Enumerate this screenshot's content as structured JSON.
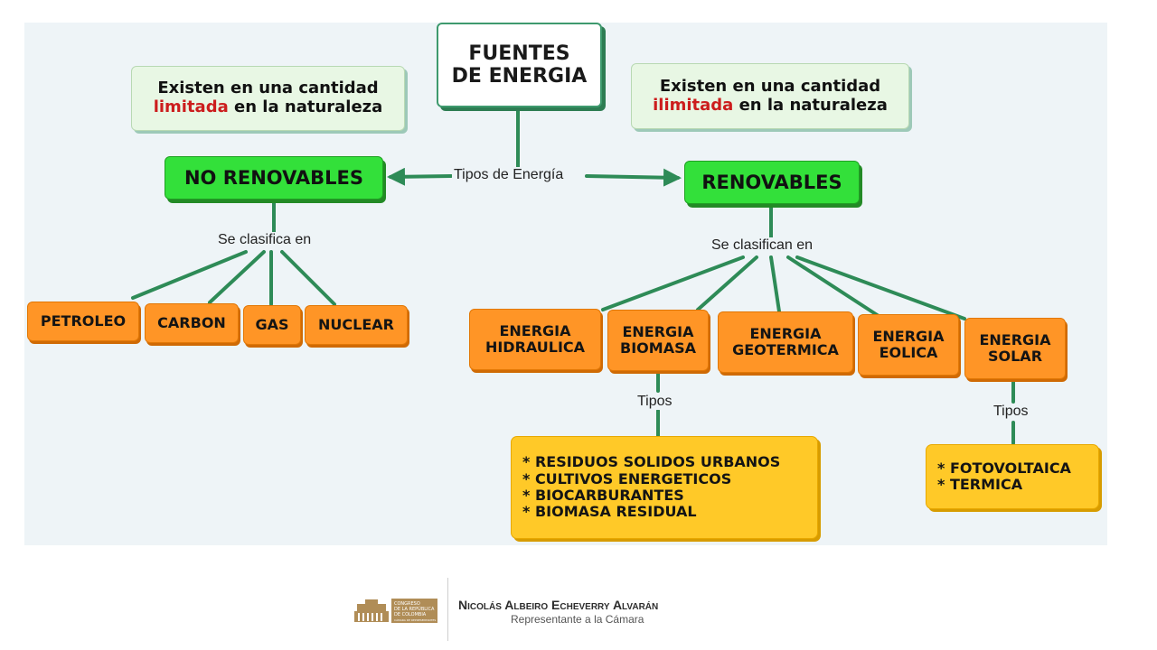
{
  "diagram": {
    "title": [
      "FUENTES",
      "DE ENERGIA"
    ],
    "edge_label": "Tipos de Energía",
    "note_left": {
      "line1": "Existen en una cantidad",
      "highlight": "limitada",
      "rest": " en la naturaleza"
    },
    "note_right": {
      "line1": "Existen en una cantidad",
      "highlight": "ilimitada",
      "rest": " en la naturaleza"
    },
    "no_renovables": {
      "label": "NO RENOVABLES",
      "connector": "Se clasifica en",
      "items": [
        "PETROLEO",
        "CARBON",
        "GAS",
        "NUCLEAR"
      ]
    },
    "renovables": {
      "label": "RENOVABLES",
      "connector": "Se clasifican en",
      "items": [
        [
          "ENERGIA",
          "HIDRAULICA"
        ],
        [
          "ENERGIA",
          "BIOMASA"
        ],
        [
          "ENERGIA",
          "GEOTERMICA"
        ],
        [
          "ENERGIA",
          "EOLICA"
        ],
        [
          "ENERGIA",
          "SOLAR"
        ]
      ]
    },
    "biomasa_tipos": {
      "connector": "Tipos",
      "items": [
        "* RESIDUOS SOLIDOS URBANOS",
        "* CULTIVOS ENERGETICOS",
        "* BIOCARBURANTES",
        "* BIOMASA RESIDUAL"
      ]
    },
    "solar_tipos": {
      "connector": "Tipos",
      "items": [
        "* FOTOVOLTAICA",
        "* TERMICA"
      ]
    }
  },
  "footer": {
    "logo_text": [
      "CONGRESO",
      "DE LA REPÚBLICA",
      "DE COLOMBIA",
      "CÁMARA DE REPRESENTANTES"
    ],
    "name": "Nicolás Albeiro Echeverry Alvarán",
    "role": "Representante a la Cámara"
  },
  "colors": {
    "background": "#eef4f7",
    "connector": "#2e8b57",
    "green_node": "#33e03a",
    "orange_node": "#ff9526",
    "yellow_node": "#ffc928",
    "highlight": "#cc1d1d",
    "logo_gold": "#b08d57"
  }
}
